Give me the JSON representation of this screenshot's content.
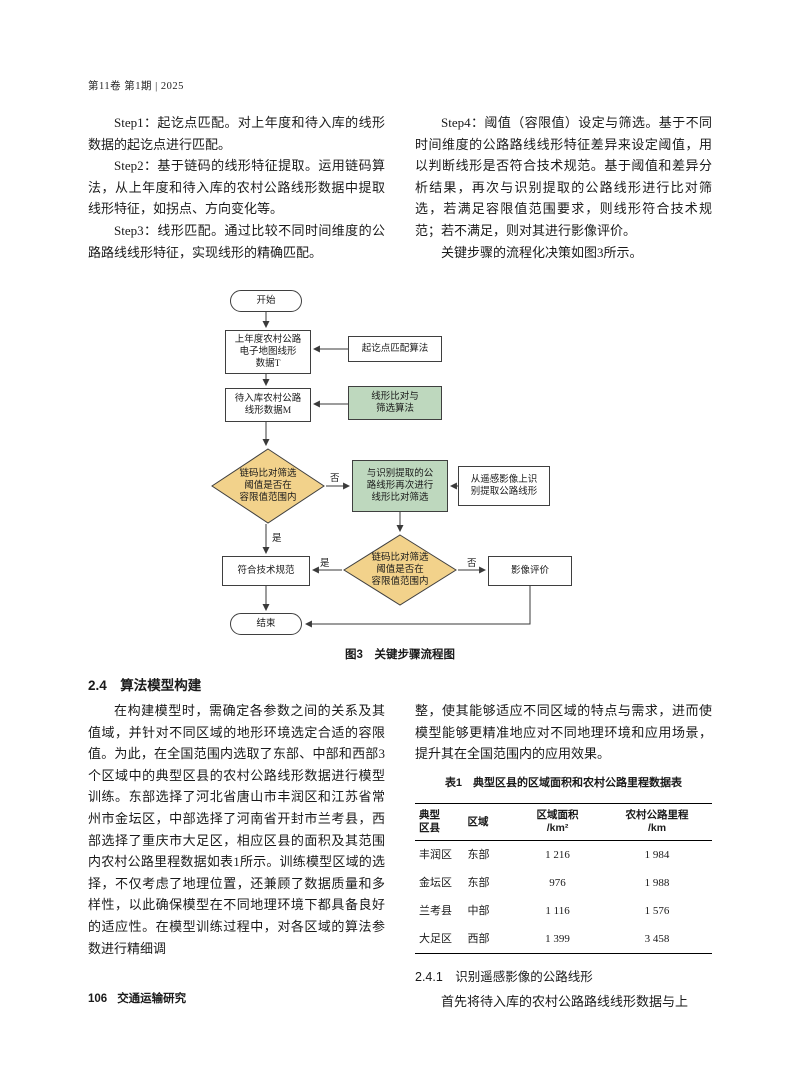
{
  "header": {
    "issue_info": "第11卷 第1期 | 2025"
  },
  "steps": {
    "left": [
      "Step1：起讫点匹配。对上年度和待入库的线形数据的起讫点进行匹配。",
      "Step2：基于链码的线形特征提取。运用链码算法，从上年度和待入库的农村公路线形数据中提取线形特征，如拐点、方向变化等。",
      "Step3：线形匹配。通过比较不同时间维度的公路路线线形特征，实现线形的精确匹配。"
    ],
    "right": [
      "Step4：阈值（容限值）设定与筛选。基于不同时间维度的公路路线线形特征差异来设定阈值，用以判断线形是否符合技术规范。基于阈值和差异分析结果，再次与识别提取的公路线形进行比对筛选，若满足容限值范围要求，则线形符合技术规范；若不满足，则对其进行影像评价。",
      "关键步骤的流程化决策如图3所示。"
    ]
  },
  "flowchart": {
    "caption": "图3　关键步骤流程图",
    "colors": {
      "decision_fill": "#F2D28B",
      "process_accent_fill": "#BED8BE",
      "node_fill": "#FFFFFF",
      "line": "#3A3A3A"
    },
    "nodes": {
      "start": "开始",
      "prev_data": "上年度农村公路\n电子地图线形\n数据T",
      "match_algo": "起讫点匹配算法",
      "new_data": "待入库农村公路\n线形数据M",
      "compare_algo": "线形比对与\n筛选算法",
      "decision1": "链码比对筛选\n阈值是否在\n容限值范围内",
      "recompare": "与识别提取的公\n路线形再次进行\n线形比对筛选",
      "remote_extract": "从遥感影像上识\n别提取公路线形",
      "comply": "符合技术规范",
      "decision2": "链码比对筛选\n阈值是否在\n容限值范围内",
      "image_eval": "影像评价",
      "end": "结束"
    },
    "edge_labels": {
      "yes": "是",
      "no": "否"
    }
  },
  "section": {
    "heading": "2.4　算法模型构建",
    "left_paragraph": "在构建模型时，需确定各参数之间的关系及其值域，并针对不同区域的地形环境选定合适的容限值。为此，在全国范围内选取了东部、中部和西部3个区域中的典型区县的农村公路线形数据进行模型训练。东部选择了河北省唐山市丰润区和江苏省常州市金坛区，中部选择了河南省开封市兰考县，西部选择了重庆市大足区，相应区县的面积及其范围内农村公路里程数据如表1所示。训练模型区域的选择，不仅考虑了地理位置，还兼顾了数据质量和多样性，以此确保模型在不同地理环境下都具备良好的适应性。在模型训练过程中，对各区域的算法参数进行精细调",
    "right_paragraph": "整，使其能够适应不同区域的特点与需求，进而使模型能够更精准地应对不同地理环境和应用场景，提升其在全国范围内的应用效果。"
  },
  "table": {
    "caption": "表1　典型区县的区域面积和农村公路里程数据表",
    "headers": [
      "典型\n区县",
      "区域",
      "区域面积\n/km²",
      "农村公路里程\n/km"
    ],
    "rows": [
      [
        "丰润区",
        "东部",
        "1 216",
        "1 984"
      ],
      [
        "金坛区",
        "东部",
        "976",
        "1 988"
      ],
      [
        "兰考县",
        "中部",
        "1 116",
        "1 576"
      ],
      [
        "大足区",
        "西部",
        "1 399",
        "3 458"
      ]
    ]
  },
  "subsection": {
    "heading": "2.4.1　识别遥感影像的公路线形",
    "paragraph": "首先将待入库的农村公路路线线形数据与上"
  },
  "footer": {
    "page_number": "106",
    "journal": "交通运输研究"
  }
}
